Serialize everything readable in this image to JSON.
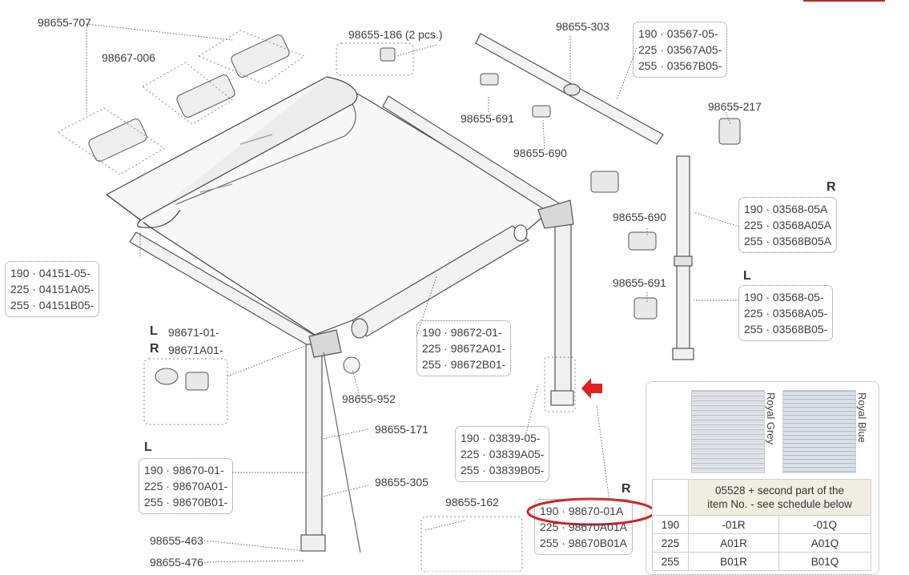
{
  "labels": {
    "p707": "98655-707",
    "p006": "98667-006",
    "p186": "98655-186 (2 pcs.)",
    "p303": "98655-303",
    "p217": "98655-217",
    "p691a": "98655-691",
    "p690a": "98655-690",
    "p690b": "98655-690",
    "p691b": "98655-691",
    "p952": "98655-952",
    "p171": "98655-171",
    "p305": "98655-305",
    "p162": "98655-162",
    "p463": "98655-463",
    "p476": "98655-476"
  },
  "boxes": {
    "b03567": [
      "190 · 03567-05-",
      "225 · 03567A05-",
      "255 · 03567B05-"
    ],
    "b04151": [
      "190 · 04151-05-",
      "225 · 04151A05-",
      "255 · 04151B05-"
    ],
    "b03568R": [
      "190 · 03568-05A",
      "225 · 03568A05A",
      "255 · 03568B05A"
    ],
    "b03568L": [
      "190 · 03568-05-",
      "225 · 03568A05-",
      "255 · 03568B05-"
    ],
    "b98672": [
      "190 · 98672-01-",
      "225 · 98672A01-",
      "255 · 98672B01-"
    ],
    "b03839": [
      "190 · 03839-05-",
      "225 · 03839A05-",
      "255 · 03839B05-"
    ],
    "b98670L": [
      "190 · 98670-01-",
      "225 · 98670A01-",
      "255 · 98670B01-"
    ],
    "b98670R": [
      "190 · 98670-01A",
      "225 · 98670A01A",
      "255 · 98670B01A"
    ]
  },
  "hinge": {
    "lines": [
      "98671-01-",
      "98671A01-"
    ],
    "left": "L",
    "right": "R"
  },
  "sides": {
    "r1": "R",
    "l1": "L",
    "l2": "L",
    "r2": "R"
  },
  "swatches": {
    "grey": "Royal Grey",
    "blue": "Royal Blue"
  },
  "schedule": {
    "header": [
      "05528 + second part of the",
      "item No. - see schedule below"
    ],
    "rows": [
      [
        "190",
        "-01R",
        "-01Q"
      ],
      [
        "225",
        "A01R",
        "A01Q"
      ],
      [
        "255",
        "B01R",
        "B01Q"
      ]
    ]
  },
  "colors": {
    "highlight": "#d42020",
    "arrow": "#e02020",
    "line": "#555555"
  }
}
